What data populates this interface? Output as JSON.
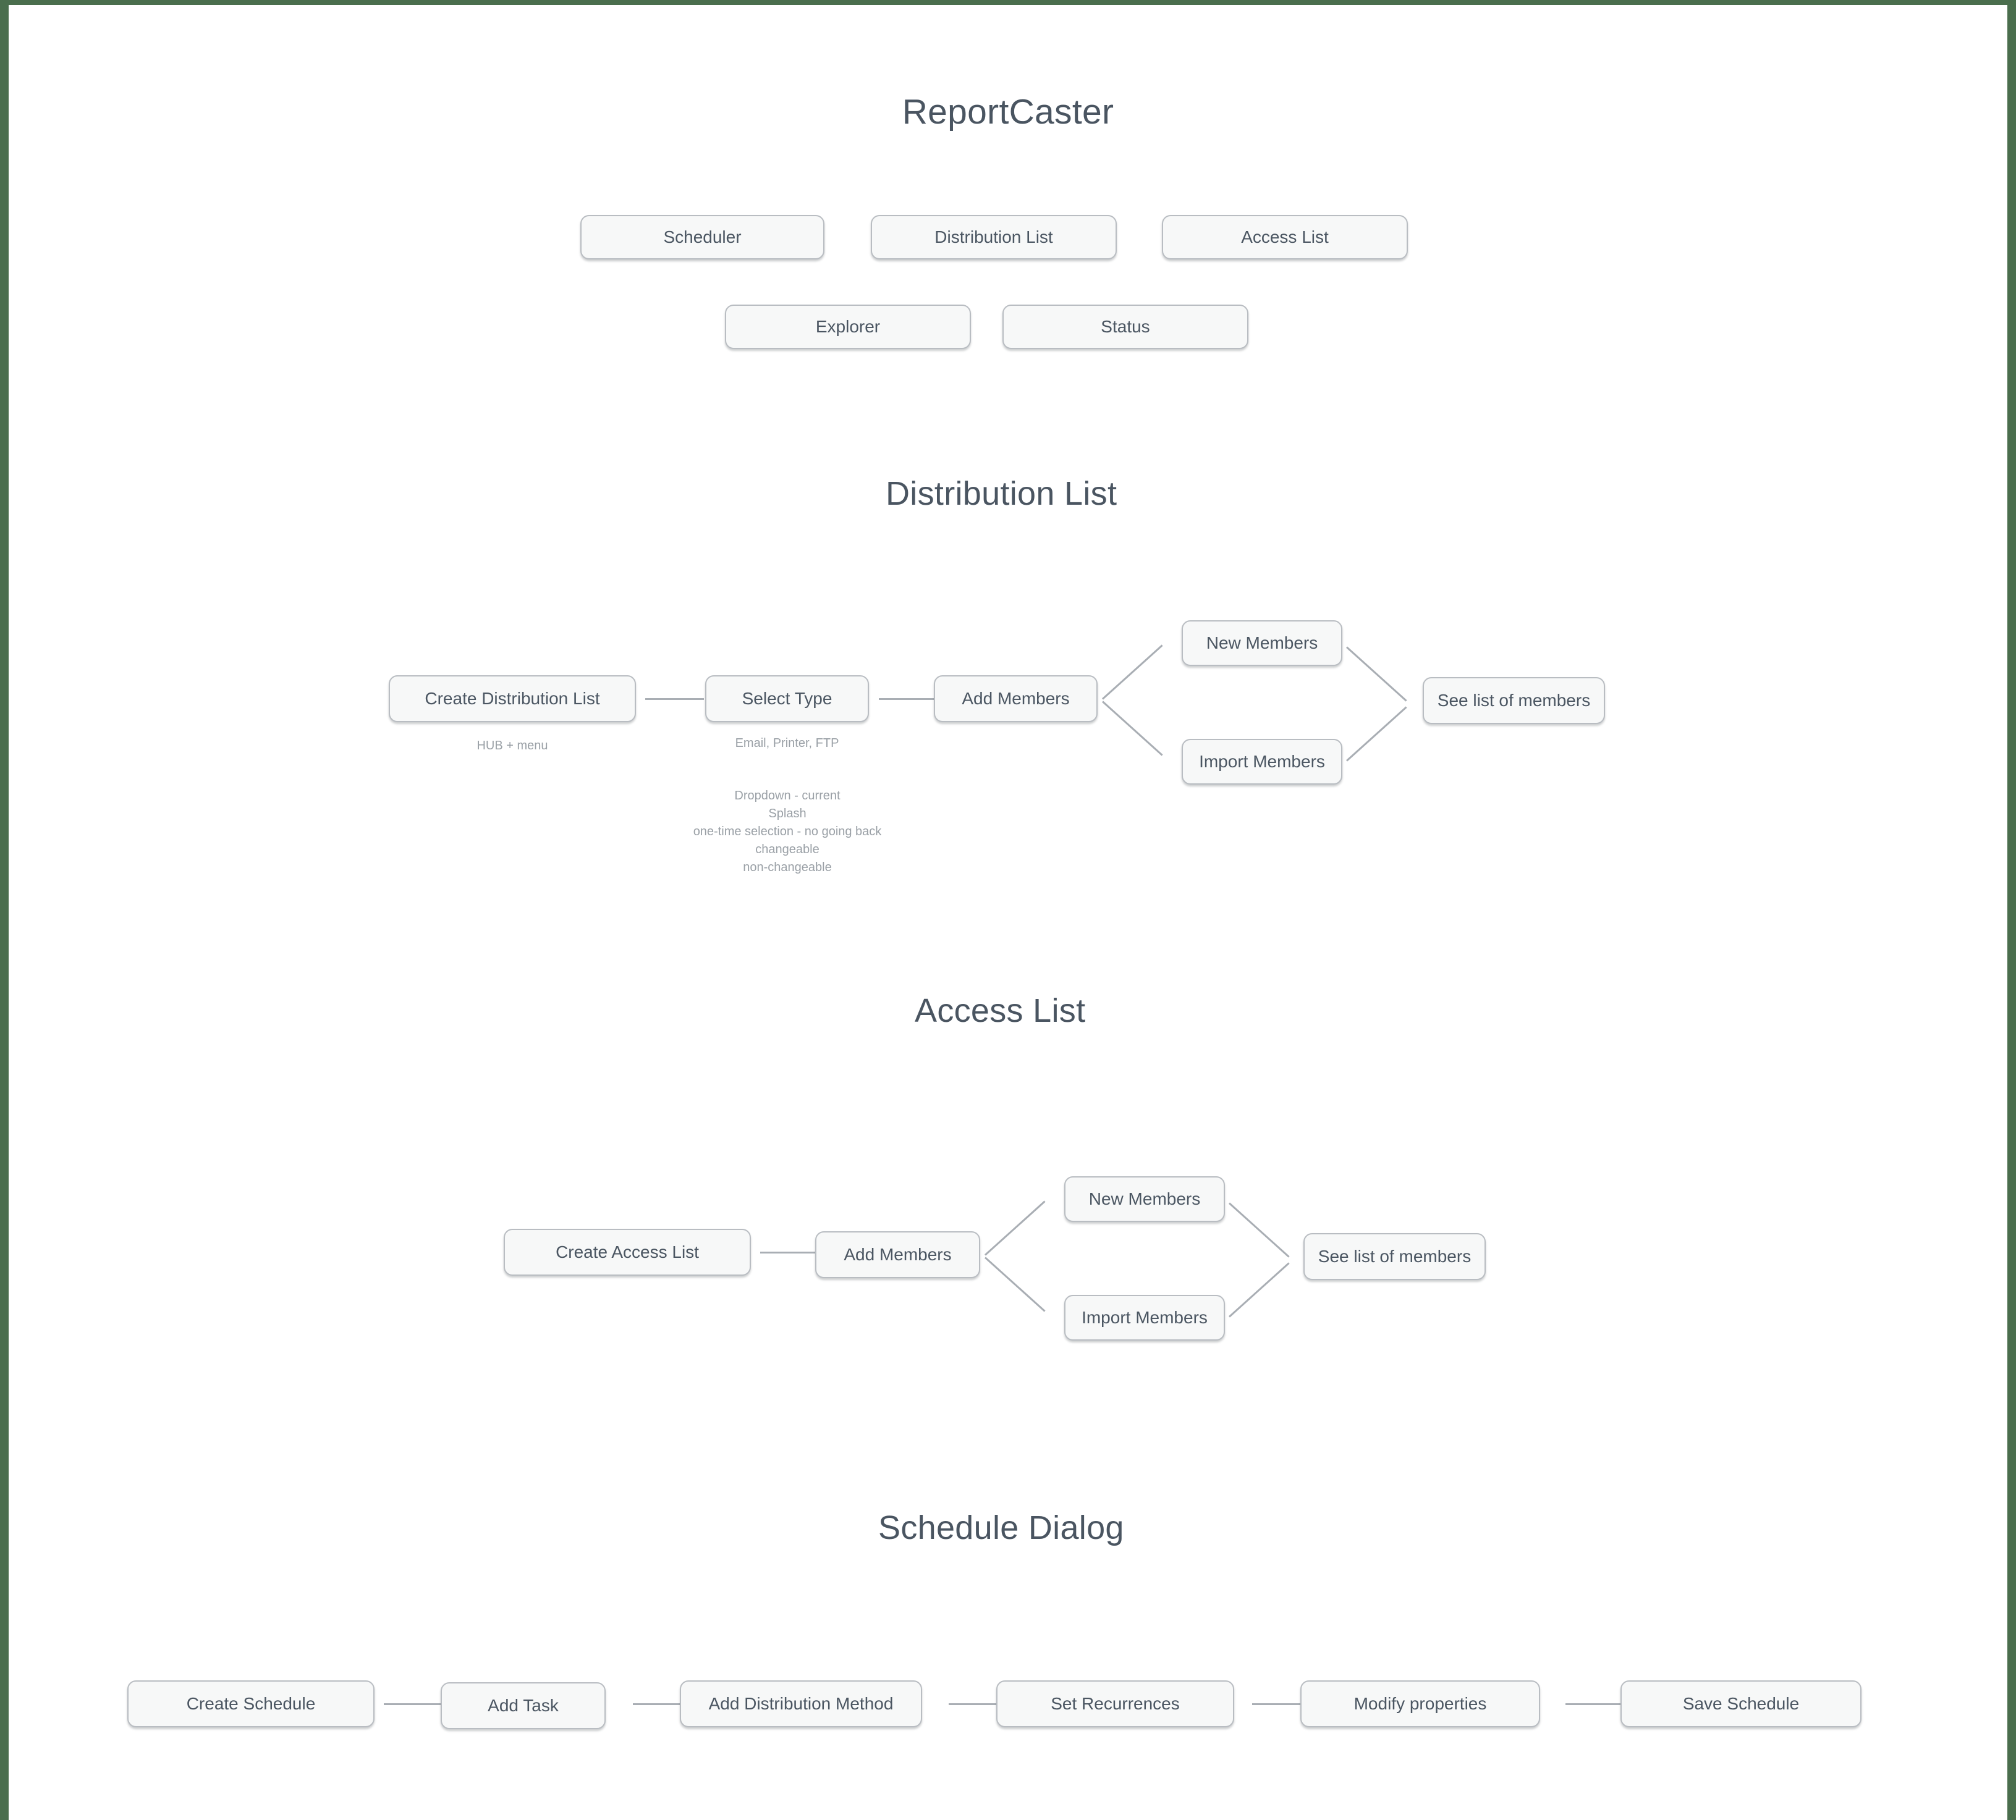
{
  "frame": {
    "accent_color": "#4a6e4d",
    "page_background": "#ffffff"
  },
  "app": {
    "title": "ReportCaster"
  },
  "nav": {
    "row1": [
      {
        "label": "Scheduler"
      },
      {
        "label": "Distribution List"
      },
      {
        "label": "Access List"
      }
    ],
    "row2": [
      {
        "label": "Explorer"
      },
      {
        "label": "Status"
      }
    ]
  },
  "sections": [
    {
      "id": "distribution-list",
      "title": "Distribution List",
      "nodes": [
        {
          "id": "create-distribution-list",
          "label": "Create Distribution List"
        },
        {
          "id": "select-type",
          "label": "Select Type"
        },
        {
          "id": "add-members",
          "label": "Add Members"
        },
        {
          "id": "new-members",
          "label": "New Members"
        },
        {
          "id": "import-members",
          "label": "Import Members"
        },
        {
          "id": "see-list-of-members",
          "label": "See list of members"
        }
      ],
      "annotations": [
        {
          "id": "hub-menu-note",
          "text": "HUB + menu"
        },
        {
          "id": "select-type-types-note",
          "text": "Email, Printer, FTP"
        },
        {
          "id": "select-type-behavior-note",
          "text": "Dropdown - current\nSplash\none-time selection - no going back\nchangeable\nnon-changeable"
        }
      ]
    },
    {
      "id": "access-list",
      "title": "Access List",
      "nodes": [
        {
          "id": "create-access-list",
          "label": "Create Access List"
        },
        {
          "id": "add-members",
          "label": "Add Members"
        },
        {
          "id": "new-members",
          "label": "New Members"
        },
        {
          "id": "import-members",
          "label": "Import Members"
        },
        {
          "id": "see-list-of-members",
          "label": "See list of members"
        }
      ],
      "annotations": []
    },
    {
      "id": "schedule-dialog",
      "title": "Schedule Dialog",
      "nodes": [
        {
          "id": "create-schedule",
          "label": "Create Schedule"
        },
        {
          "id": "add-task",
          "label": "Add Task"
        },
        {
          "id": "add-distribution-method",
          "label": "Add Distribution Method"
        },
        {
          "id": "set-recurrences",
          "label": "Set Recurrences"
        },
        {
          "id": "modify-properties",
          "label": "Modify properties"
        },
        {
          "id": "save-schedule",
          "label": "Save Schedule"
        }
      ],
      "annotations": []
    }
  ]
}
